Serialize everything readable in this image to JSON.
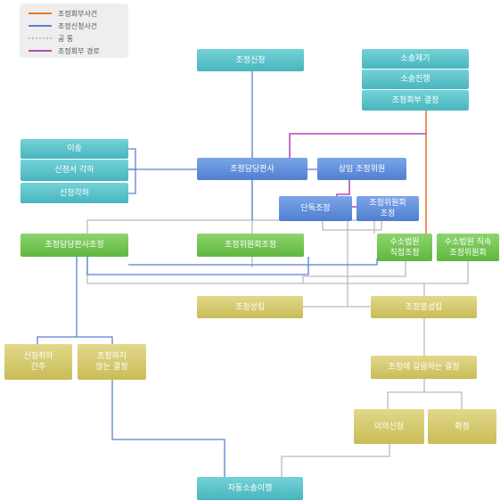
{
  "legend": [
    {
      "label": "조정회부사건",
      "color": "#e07a2a",
      "style": "solid"
    },
    {
      "label": "조정신청사건",
      "color": "#5a7fd0",
      "style": "solid"
    },
    {
      "label": "공 통",
      "color": "#bbbbbb",
      "style": "dotted"
    },
    {
      "label": "조정회부 경로",
      "color": "#b04cb5",
      "style": "solid"
    }
  ],
  "colors": {
    "teal": "#48b5be",
    "blue": "#4f7fd0",
    "green": "#5fb73f",
    "olive": "#c9bc58",
    "orange_line": "#e07a2a",
    "blue_line": "#5a7fd0",
    "gray_line": "#bbbbbb",
    "purple_line": "#b04cb5"
  },
  "nodes": {
    "mediation_application": "조정신청",
    "lawsuit_filing": "소송제기",
    "lawsuit_progress": "소송진행",
    "mediation_referral_decision": "조정회부 결정",
    "transfer": "이송",
    "application_dismissal": "신청서 각하",
    "application_rejection": "신청각하",
    "mediation_judge": "조정담당판사",
    "standing_mediator": "상임 조정위원",
    "sole_mediation": "단독조정",
    "committee_mediation_small": [
      "조정위원회",
      "조정"
    ],
    "judge_mediation": "조정담당판사조정",
    "committee_mediation": "조정위원회조정",
    "court_direct_mediation": [
      "수소법원",
      "직접조정"
    ],
    "court_affiliated_committee": [
      "수소법원 직속",
      "조정위원회"
    ],
    "mediation_success": "조정성립",
    "mediation_failure": "조정불성립",
    "deemed_withdrawal": [
      "신청취하",
      "간주"
    ],
    "no_mediation_decision": [
      "조정하지",
      "않는 결정"
    ],
    "decision_in_lieu": "조정에 갈음하는 결정",
    "objection": "이의신청",
    "finalization": "확정",
    "auto_lawsuit_transition": "자동소송이행"
  }
}
